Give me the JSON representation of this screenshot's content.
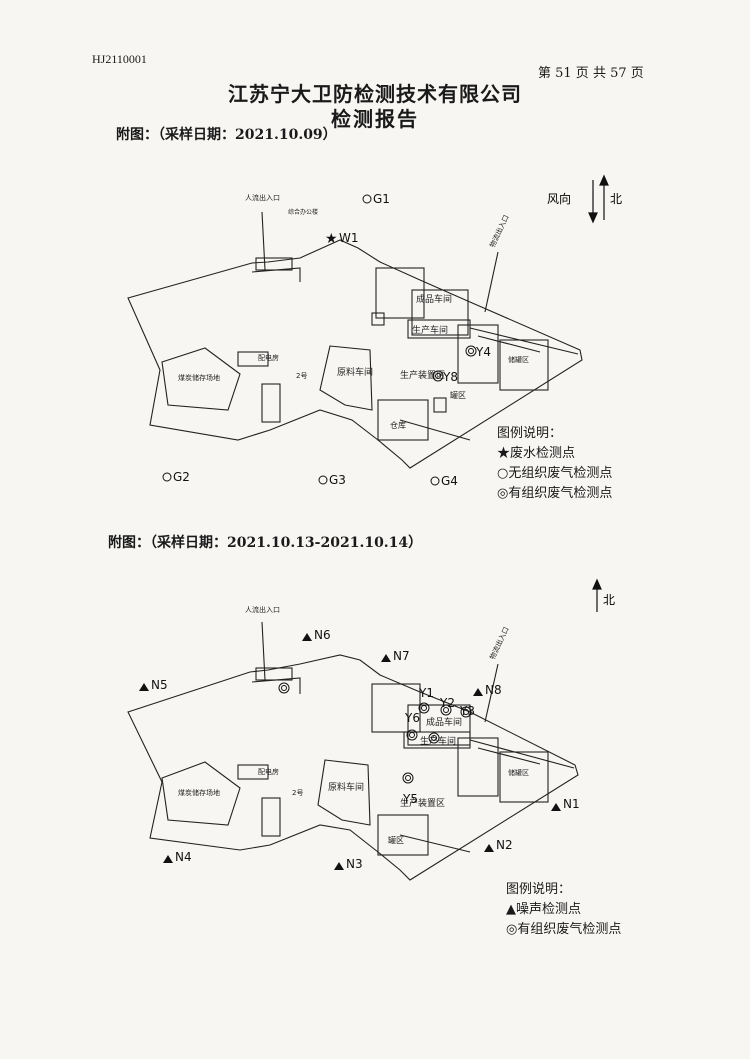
{
  "header": {
    "doc_id": "HJ2110001",
    "page_number": "第 51 页 共 57 页",
    "company": "江苏宁大卫防检测技术有限公司",
    "report_title": "检测报告"
  },
  "figure1": {
    "caption": "附图：（采样日期：2021.10.09）",
    "wind_label": "风向",
    "north_label": "北",
    "points": {
      "W1": "W1",
      "G1": "G1",
      "G2": "G2",
      "G3": "G3",
      "G4": "G4",
      "Y4": "Y4",
      "Y8": "Y8"
    },
    "map_labels": {
      "entrance": "人流出入口",
      "gate": "物流出入口",
      "office": "综合办公楼",
      "finished_workshop": "成品车间",
      "production_workshop": "生产车间",
      "raw_workshop": "原料车间",
      "production_area": "生产装置区",
      "warehouse": "仓库",
      "tank_area": "罐区",
      "coal_yard": "煤炭储存场地",
      "power": "配电房",
      "storage": "储罐区",
      "road": "2号"
    },
    "legend": {
      "title": "图例说明：",
      "items": [
        "★废水检测点",
        "○无组织废气检测点",
        "◎有组织废气检测点"
      ]
    }
  },
  "figure2": {
    "caption": "附图：（采样日期：2021.10.13-2021.10.14）",
    "north_label": "北",
    "points": {
      "N1": "N1",
      "N2": "N2",
      "N3": "N3",
      "N4": "N4",
      "N5": "N5",
      "N6": "N6",
      "N7": "N7",
      "N8": "N8",
      "Y1": "Y1",
      "Y2": "Y2",
      "Y3": "Y3",
      "Y5": "Y5",
      "Y6": "Y6"
    },
    "map_labels": {
      "entrance": "人流出入口",
      "gate": "物流出入口",
      "finished_workshop": "成品车间",
      "production_workshop": "生产车间",
      "raw_workshop": "原料车间",
      "production_area": "生产装置区",
      "tank_area": "罐区",
      "coal_yard": "煤炭储存场地",
      "power": "配电房",
      "storage": "储罐区",
      "road": "2号"
    },
    "legend": {
      "title": "图例说明：",
      "items": [
        "▲噪声检测点",
        "◎有组织废气检测点"
      ]
    }
  }
}
